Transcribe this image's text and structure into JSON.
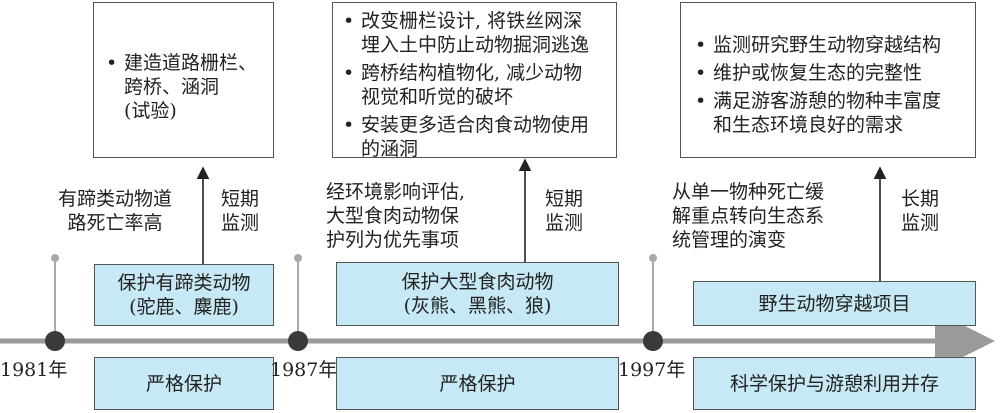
{
  "periods": [
    {
      "year": "1981年",
      "phase": "严格保护",
      "focus": [
        "保护有蹄类动物",
        "(驼鹿、麋鹿)"
      ],
      "context": [
        "有蹄类动物道",
        "路死亡率高"
      ],
      "monitoring": [
        "短期",
        "监测"
      ],
      "measures": [
        "建造道路栅栏、",
        "跨桥、涵洞",
        "(试验)"
      ]
    },
    {
      "year": "1987年",
      "phase": "严格保护",
      "focus": [
        "保护大型食肉动物",
        "(灰熊、黑熊、狼)"
      ],
      "context": [
        "经环境影响评估,",
        "大型食肉动物保",
        "护列为优先事项"
      ],
      "monitoring": [
        "短期",
        "监测"
      ],
      "measures": [
        [
          "改变栅栏设计, 将铁丝网深",
          "埋入土中防止动物掘洞逃逸"
        ],
        [
          "跨桥结构植物化, 减少动物",
          "视觉和听觉的破坏"
        ],
        [
          "安装更多适合肉食动物使用",
          "的涵洞"
        ]
      ]
    },
    {
      "year": "1997年",
      "phase": "科学保护与游憩利用并存",
      "focus": [
        "野生动物穿越项目"
      ],
      "context": [
        "从单一物种死亡缓",
        "解重点转向生态系",
        "统管理的演变"
      ],
      "monitoring": [
        "长期",
        "监测"
      ],
      "measures": [
        [
          "监测研究野生动物穿越结构"
        ],
        [
          "维护或恢复生态的完整性"
        ],
        [
          "满足游客游憩的物种丰富度",
          "和生态环境良好的需求"
        ]
      ]
    }
  ],
  "colors": {
    "box_fill": "#c7e9f5",
    "timeline": "#8a8a8a",
    "node": "#3a3a3a"
  }
}
